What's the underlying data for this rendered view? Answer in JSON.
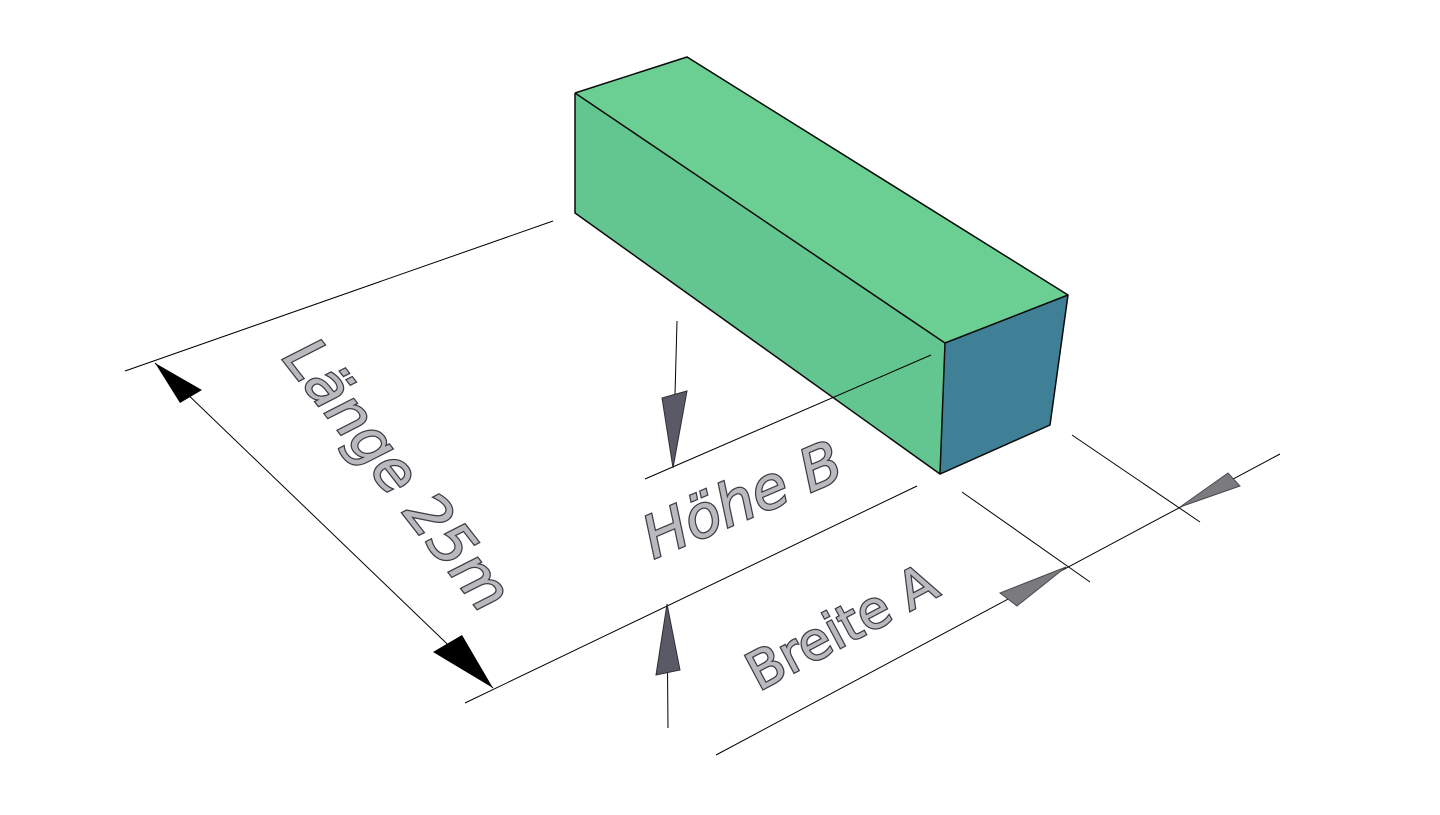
{
  "diagram": {
    "labels": {
      "length": "Länge 25m",
      "height": "Höhe B",
      "width": "Breite A"
    },
    "colors": {
      "front_face": "#63c590",
      "top_face": "#6bcf93",
      "end_face": "#3f8096",
      "edge": "#0a0a0a",
      "dimension_line": "#000000",
      "arrow_black": "#000000",
      "arrow_dark_gray": "#5a5a66",
      "arrow_light_gray": "#7b7b7f",
      "text_fill": "#b9b9be",
      "text_stroke": "#3c3c44"
    }
  }
}
